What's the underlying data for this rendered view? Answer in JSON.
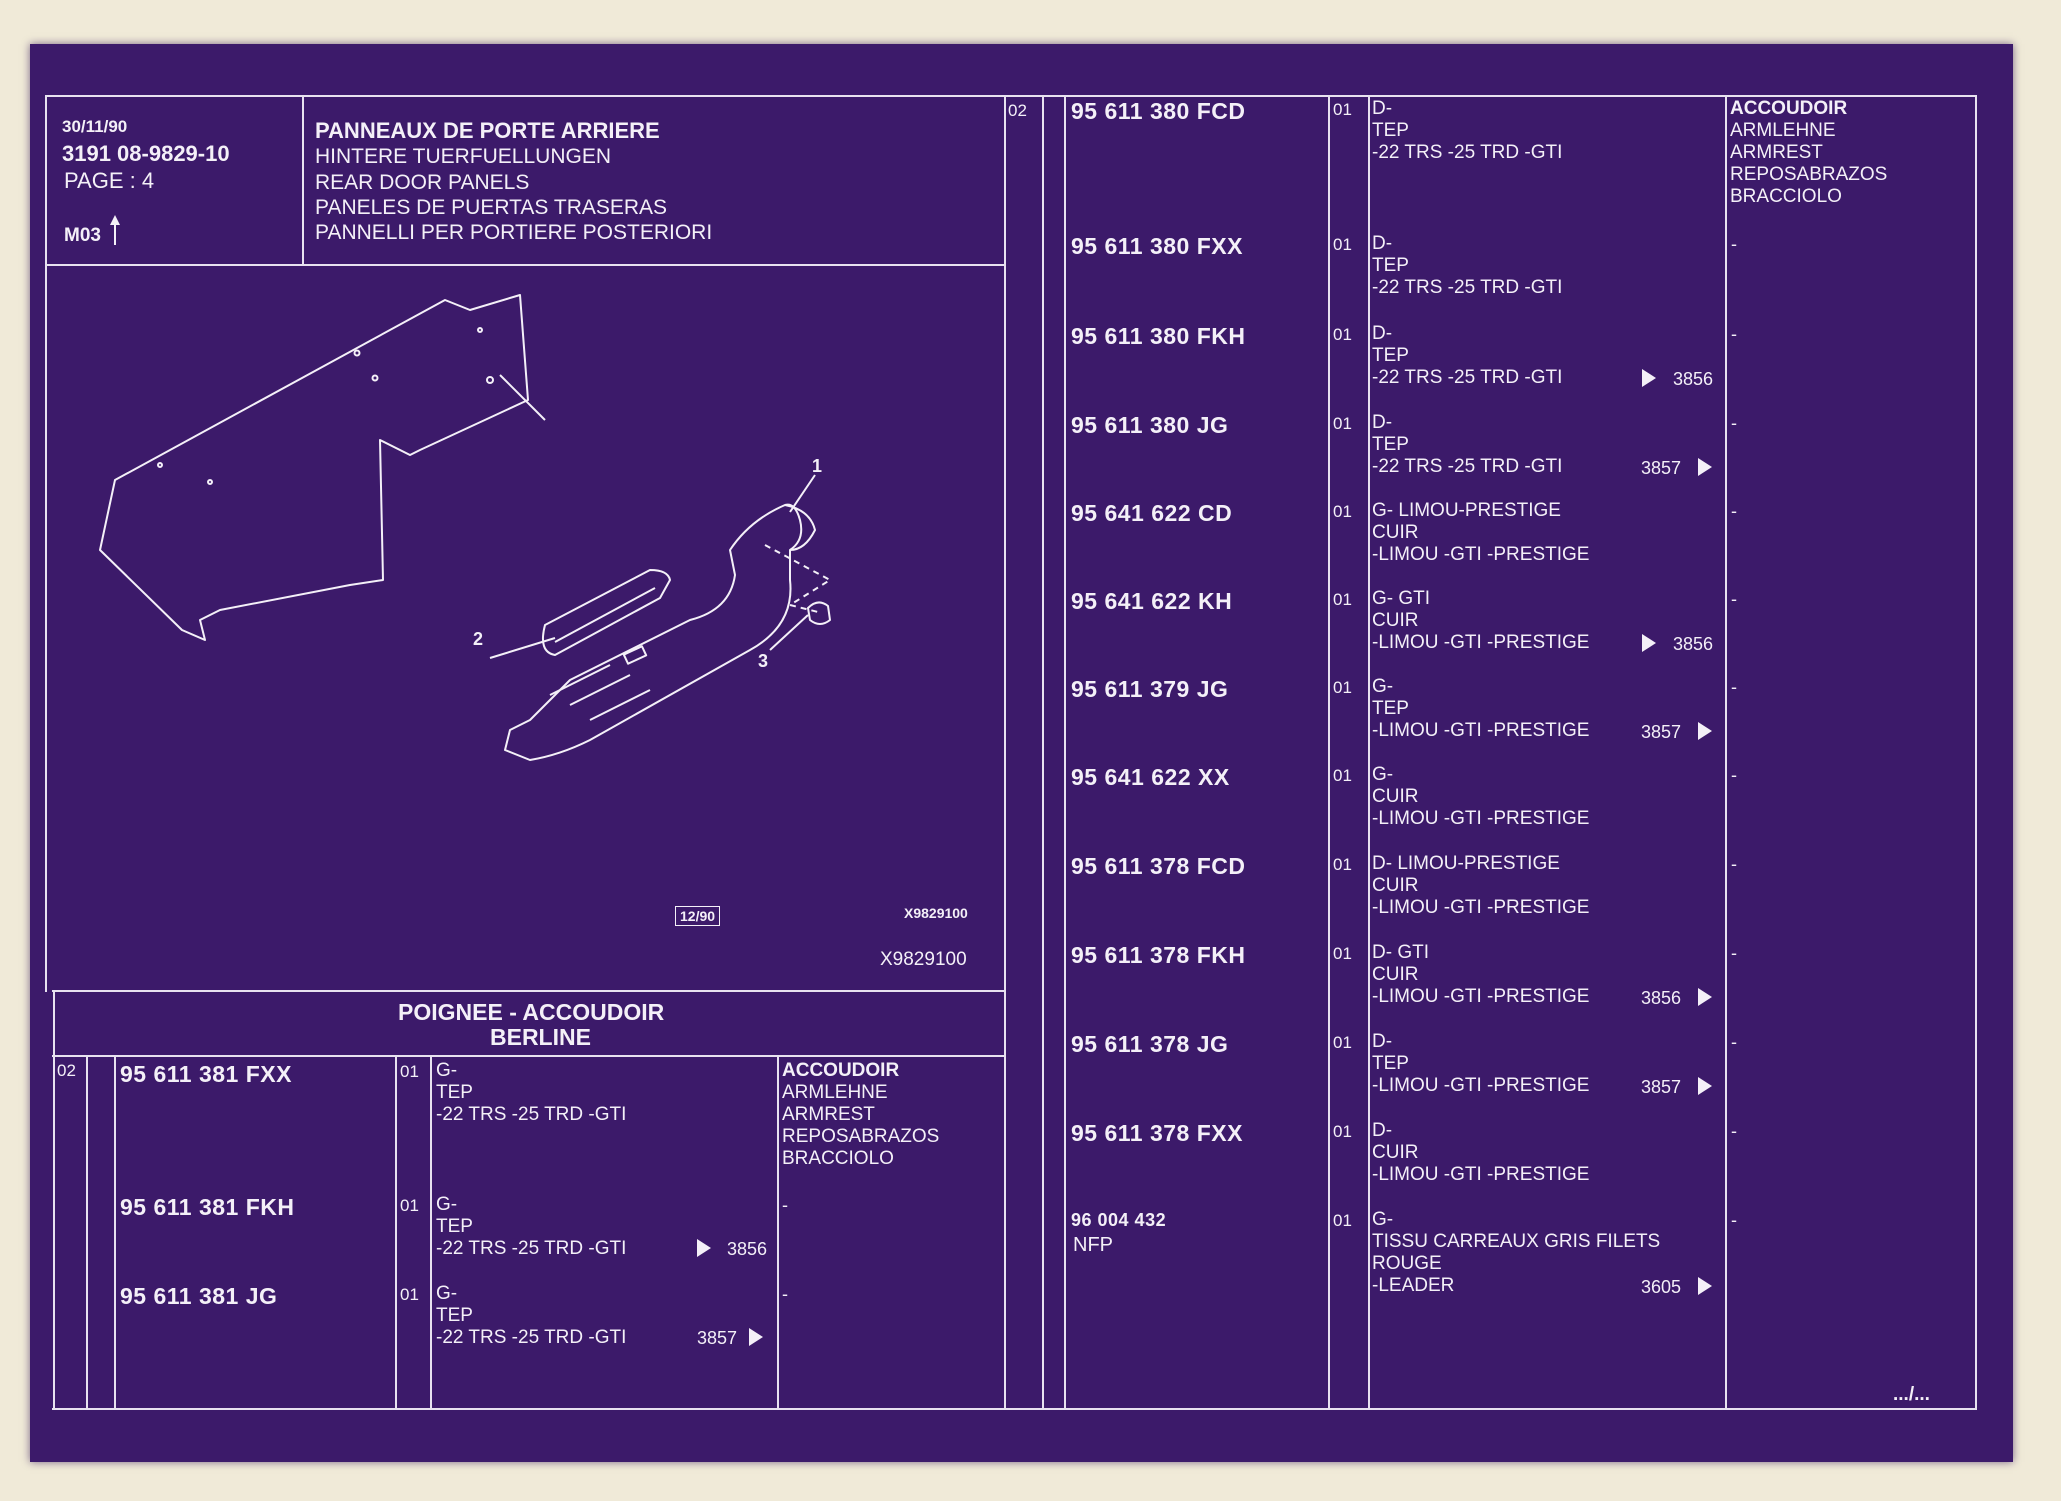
{
  "header": {
    "date": "30/11/90",
    "ref": "3191  08-9829-10",
    "page": "PAGE : 4",
    "model": "M03",
    "title_fr": "PANNEAUX DE PORTE ARRIERE",
    "title_de": "HINTERE TUERFUELLUNGEN",
    "title_en": "REAR DOOR PANELS",
    "title_es": "PANELES DE PUERTAS TRASERAS",
    "title_it": "PANNELLI PER PORTIERE POSTERIORI"
  },
  "illustration": {
    "callouts": [
      "1",
      "2",
      "3"
    ],
    "date_box": "12/90",
    "code_small": "X9829100",
    "code": "X9829100"
  },
  "section": {
    "title": "POIGNEE - ACCOUDOIR",
    "subtitle": "BERLINE"
  },
  "left_table": {
    "index": "02",
    "translations": [
      "ACCOUDOIR",
      "ARMLEHNE",
      "ARMREST",
      "REPOSABRAZOS",
      "BRACCIOLO"
    ],
    "rows": [
      {
        "part": "95 611 381 FXX",
        "qty": "01",
        "l1": "G-",
        "l2": "TEP",
        "l3": "-22 TRS -25 TRD -GTI",
        "ref": "",
        "note": ""
      },
      {
        "part": "95 611 381 FKH",
        "qty": "01",
        "l1": "G-",
        "l2": "TEP",
        "l3": "-22 TRS -25 TRD -GTI",
        "ref": "3856",
        "note": "-"
      },
      {
        "part": "95 611 381 JG",
        "qty": "01",
        "l1": "G-",
        "l2": "TEP",
        "l3": "-22 TRS -25 TRD -GTI",
        "ref": "3857",
        "note": "-"
      }
    ]
  },
  "right_table": {
    "index": "02",
    "translations": [
      "ACCOUDOIR",
      "ARMLEHNE",
      "ARMREST",
      "REPOSABRAZOS",
      "BRACCIOLO"
    ],
    "rows": [
      {
        "part": "95 611 380 FCD",
        "sub": "",
        "qty": "01",
        "l1": "D-",
        "l2": "TEP",
        "l3": "-22 TRS -25 TRD -GTI",
        "ref": "",
        "note": ""
      },
      {
        "part": "95 611 380 FXX",
        "sub": "",
        "qty": "01",
        "l1": "D-",
        "l2": "TEP",
        "l3": "-22 TRS -25 TRD -GTI",
        "ref": "",
        "note": "-"
      },
      {
        "part": "95 611 380 FKH",
        "sub": "",
        "qty": "01",
        "l1": "D-",
        "l2": "TEP",
        "l3": "-22 TRS -25 TRD -GTI",
        "ref": "3856",
        "note": "-"
      },
      {
        "part": "95 611 380 JG",
        "sub": "",
        "qty": "01",
        "l1": "D-",
        "l2": "TEP",
        "l3": "-22 TRS -25 TRD -GTI",
        "ref": "3857",
        "note": "-"
      },
      {
        "part": "95 641 622 CD",
        "sub": "",
        "qty": "01",
        "l1": "G-  LIMOU-PRESTIGE",
        "l2": "CUIR",
        "l3": "-LIMOU -GTI -PRESTIGE",
        "ref": "",
        "note": "-"
      },
      {
        "part": "95 641 622 KH",
        "sub": "",
        "qty": "01",
        "l1": "G-  GTI",
        "l2": "CUIR",
        "l3": "-LIMOU -GTI -PRESTIGE",
        "ref": "3856",
        "note": "-"
      },
      {
        "part": "95 611 379 JG",
        "sub": "",
        "qty": "01",
        "l1": "G-",
        "l2": "TEP",
        "l3": "-LIMOU -GTI -PRESTIGE",
        "ref": "3857",
        "note": "-"
      },
      {
        "part": "95 641 622 XX",
        "sub": "",
        "qty": "01",
        "l1": "G-",
        "l2": "CUIR",
        "l3": "-LIMOU -GTI -PRESTIGE",
        "ref": "",
        "note": "-"
      },
      {
        "part": "95 611 378 FCD",
        "sub": "",
        "qty": "01",
        "l1": "D-  LIMOU-PRESTIGE",
        "l2": "CUIR",
        "l3": "-LIMOU -GTI -PRESTIGE",
        "ref": "",
        "note": "-"
      },
      {
        "part": "95 611 378 FKH",
        "sub": "",
        "qty": "01",
        "l1": "D-  GTI",
        "l2": "CUIR",
        "l3": "-LIMOU -GTI -PRESTIGE",
        "ref": "3856",
        "note": "-"
      },
      {
        "part": "95 611 378 JG",
        "sub": "",
        "qty": "01",
        "l1": "D-",
        "l2": "TEP",
        "l3": "-LIMOU -GTI -PRESTIGE",
        "ref": "3857",
        "note": "-"
      },
      {
        "part": "95 611 378 FXX",
        "sub": "",
        "qty": "01",
        "l1": "D-",
        "l2": "CUIR",
        "l3": "-LIMOU -GTI -PRESTIGE",
        "ref": "",
        "note": "-"
      },
      {
        "part": "96 004 432",
        "sub": "NFP",
        "qty": "01",
        "l1": "G-",
        "l2": "TISSU CARREAUX GRIS FILETS",
        "l2b": "ROUGE",
        "l3": "-LEADER",
        "ref": "3605",
        "note": "-"
      }
    ]
  },
  "footer": {
    "continued": ".../..."
  }
}
